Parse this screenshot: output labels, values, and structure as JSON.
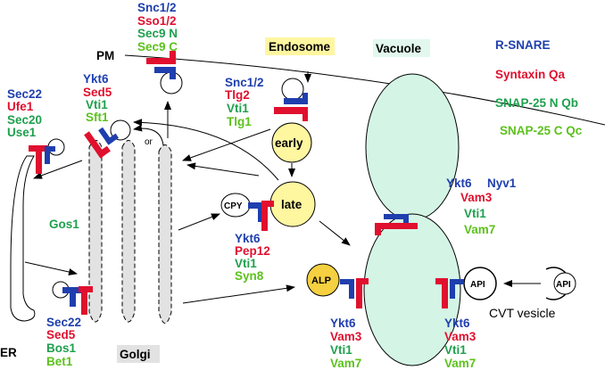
{
  "colors": {
    "r_snare": "#1f3fae",
    "qa": "#e0102e",
    "qb": "#1fa04e",
    "qc": "#5cc21c",
    "endosome_bg": "#fff6a0",
    "vacuole_fill": "#d4f5e6",
    "early_late_fill": "#fff6a0",
    "alp_fill": "#f5d040"
  },
  "compartments": {
    "pm": "PM",
    "endosome": "Endosome",
    "vacuole": "Vacuole",
    "er": "ER",
    "golgi": "Golgi",
    "early": "early",
    "late": "late",
    "cpy": "CPY",
    "alp": "ALP",
    "api_docked": "API",
    "api_free": "API",
    "cvt": "CVT vesicle",
    "or": "or"
  },
  "legend": [
    "R-SNARE",
    "Syntaxin Qa",
    "SNAP-25 N Qb",
    "SNAP-25 C Qc"
  ],
  "complexes": {
    "pm": [
      "Snc1/2",
      "Sso1/2",
      "Sec9 N",
      "Sec9 C"
    ],
    "er": [
      "Sec22",
      "Ufe1",
      "Sec20",
      "Use1"
    ],
    "golgi_retro": [
      "Ykt6",
      "Sed5",
      "Vti1",
      "Sft1"
    ],
    "endosome": [
      "Snc1/2",
      "Tlg2",
      "Vti1",
      "Tlg1"
    ],
    "late": [
      "Ykt6",
      "Pep12",
      "Vti1",
      "Syn8"
    ],
    "homotypic": [
      "Ykt6",
      "Nyv1",
      "Vam3",
      "Vti1",
      "Vam7"
    ],
    "er_golgi": [
      "Sec22",
      "Sed5",
      "Bos1",
      "Bet1"
    ],
    "gos1": "Gos1",
    "alp": [
      "Ykt6",
      "Vam3",
      "Vti1",
      "Vam7"
    ],
    "cvt": [
      "Ykt6",
      "Vam3",
      "Vti1",
      "Vam7"
    ]
  }
}
